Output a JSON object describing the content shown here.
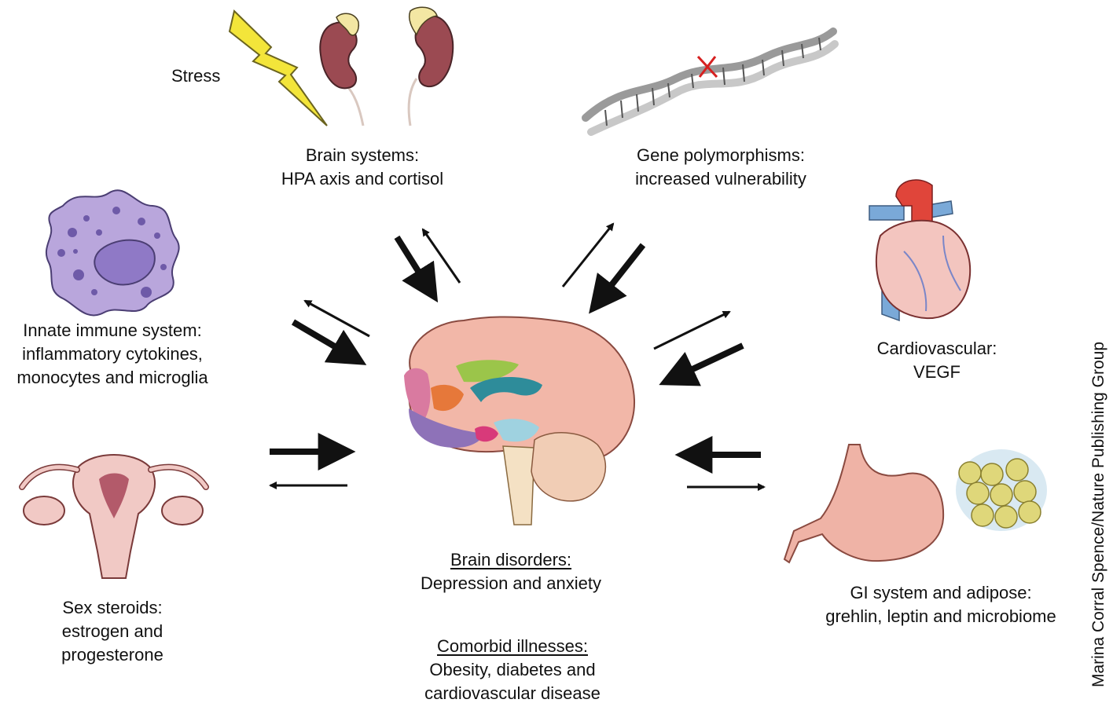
{
  "labels": {
    "stress": "Stress",
    "brain_systems": [
      "Brain systems:",
      "HPA axis and cortisol"
    ],
    "gene": [
      "Gene polymorphisms:",
      "increased vulnerability"
    ],
    "immune": [
      "Innate immune system:",
      "inflammatory cytokines,",
      "monocytes and microglia"
    ],
    "cardio": [
      "Cardiovascular:",
      "VEGF"
    ],
    "sex": [
      "Sex steroids:",
      "estrogen and",
      "progesterone"
    ],
    "gi": [
      "GI system and adipose:",
      "grehlin, leptin and microbiome"
    ],
    "brain_disorders_heading": "Brain disorders:",
    "brain_disorders": "Depression and anxiety",
    "comorbid_heading": "Comorbid illnesses:",
    "comorbid": [
      "Obesity, diabetes and",
      "cardiovascular disease"
    ]
  },
  "credit": "Marina Corral Spence/Nature Publishing Group",
  "icons": [
    "lightning-icon",
    "kidney-icon",
    "dna-icon",
    "macrophage-icon",
    "heart-icon",
    "brain-icon",
    "uterus-icon",
    "stomach-icon",
    "adipose-cells-icon"
  ],
  "colors": {
    "kidney": "#9b4a52",
    "adrenal": "#f3e7a3",
    "brain": "#f2b7a8",
    "heart": "#e27b6c",
    "lightning": "#f3e53a",
    "cell": "#b9a6dc",
    "uterus": "#f1c9c5",
    "stomach": "#efb3a6",
    "fat": "#dfd77a",
    "arrow": "#111111"
  }
}
